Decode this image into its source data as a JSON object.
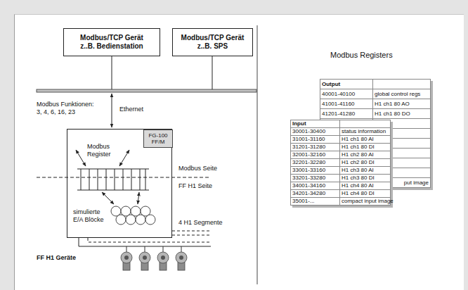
{
  "diagram": {
    "nodes": [
      {
        "text": [
          "Modbus/TCP Gerät",
          "z..B. Bedienstation"
        ]
      },
      {
        "text": [
          "Modbus/TCP Gerät",
          "z..B. SPS"
        ]
      },
      {
        "text": [
          "Modbus Register",
          "simulierte E/A Blöcke"
        ]
      },
      {
        "text": [
          "FG-100 FF/M"
        ],
        "in": 2
      }
    ],
    "labels": [
      "Modbus Funktionen: 3, 4, 6, 16, 23",
      "Ethernet",
      "Modbus Seite",
      "FF H1 Seite",
      "4 H1 Segmente",
      "FF H1 Geräte",
      "Modbus Registers",
      "Output",
      "40001-40100",
      "global control regs",
      "41001-41160",
      "H1 ch1 80 AO",
      "41201-41280",
      "H1 ch1 80 DO",
      "put image",
      "Input",
      "30001-30400",
      "status information",
      "31001-31160",
      "H1 ch1 80 AI",
      "31201-31280",
      "H1 ch1 80 DI",
      "32001-32160",
      "H1 ch2 80 AI",
      "32201-32280",
      "H1 ch2 80 DI",
      "33001-33160",
      "H1 ch3 80 AI",
      "33201-33280",
      "H1 ch3 80 DI",
      "34001-34160",
      "H1 ch4 80 AI",
      "34201-34280",
      "H1 ch4 80 DI",
      "35001-...",
      "compact input image"
    ]
  }
}
